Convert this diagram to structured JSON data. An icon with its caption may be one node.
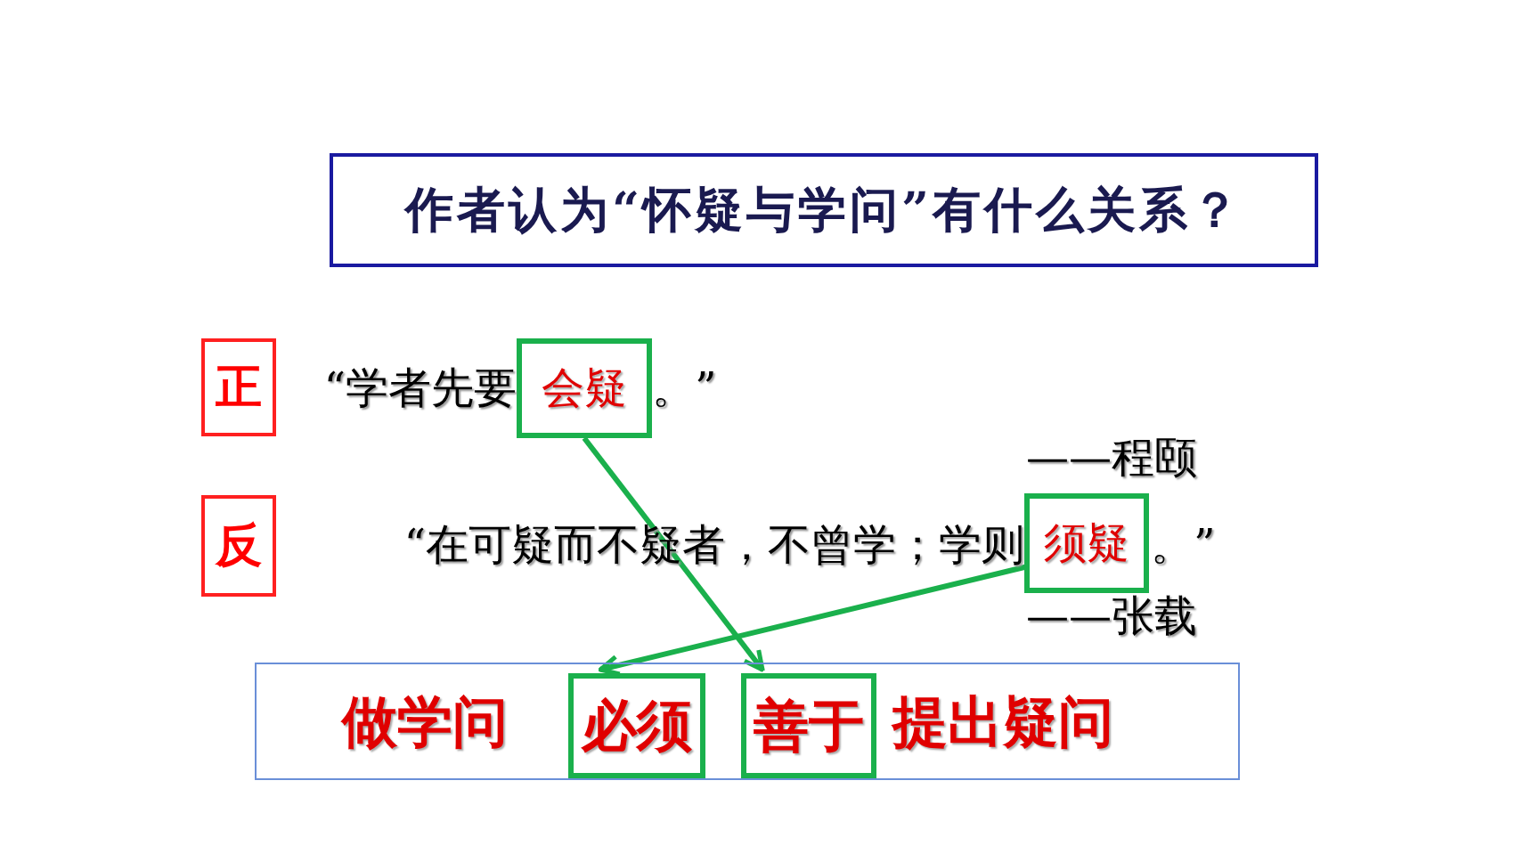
{
  "diagram": {
    "nodes": [
      {
        "text": [
          "作者认为“怀疑与学问”有什么关系？"
        ]
      },
      {
        "text": [
          "正"
        ]
      },
      {
        "text": [
          "反"
        ]
      },
      {
        "text": [
          "会疑"
        ]
      },
      {
        "text": [
          "须疑"
        ]
      },
      {
        "text": [
          "做学问",
          "提出疑问"
        ]
      },
      {
        "text": [
          "必须"
        ],
        "in": 5
      },
      {
        "text": [
          "善于"
        ],
        "in": 5
      }
    ],
    "edges": [
      {
        "from": 3,
        "to": 7,
        "arrow": "to"
      },
      {
        "from": 4,
        "to": 6,
        "arrow": "to"
      }
    ],
    "labels": [
      "“学者先要",
      "。”",
      "——程颐",
      "“在可疑而不疑者，不曾学；学则",
      "。”",
      "——张载"
    ]
  }
}
